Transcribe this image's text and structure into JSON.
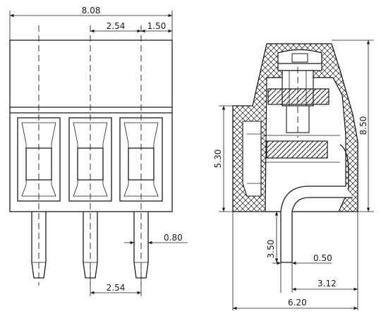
{
  "front_view": {
    "dim_overall_width": "8.08",
    "dim_pitch_top": "2.54",
    "dim_edge_offset": "1.50",
    "dim_pin_width": "0.80",
    "dim_pitch_bottom": "2.54"
  },
  "side_view": {
    "dim_total_height": "8.50",
    "dim_body_height": "5.30",
    "dim_pin_length": "3.50",
    "dim_pin_thickness": "0.50",
    "dim_pin_offset": "3.12",
    "dim_depth": "6.20"
  },
  "colors": {
    "line": "#1a1a1a",
    "background": "#ffffff"
  }
}
